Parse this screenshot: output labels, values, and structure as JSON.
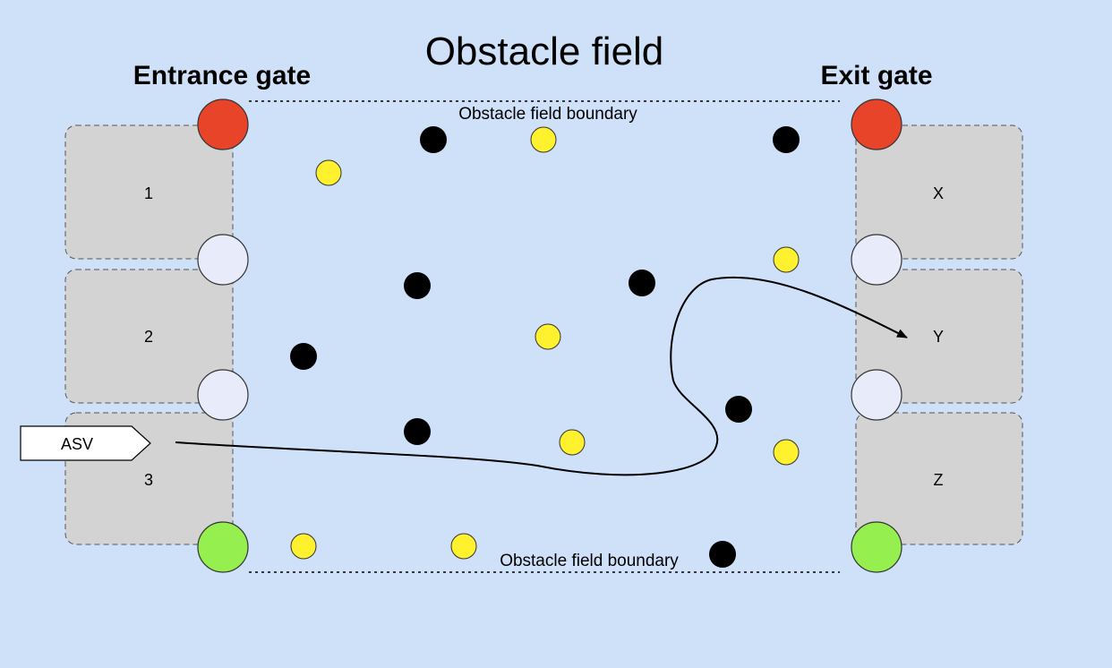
{
  "title": "Obstacle field",
  "entrance_gate": {
    "label": "Entrance gate",
    "lanes": [
      "1",
      "2",
      "3"
    ]
  },
  "exit_gate": {
    "label": "Exit gate",
    "lanes": [
      "X",
      "Y",
      "Z"
    ]
  },
  "boundary": {
    "top_label": "Obstacle field boundary",
    "bottom_label": "Obstacle field boundary"
  },
  "vessel": {
    "label": "ASV"
  },
  "colors": {
    "background": "#cfe0f9",
    "lane_fill": "#d3d3d3",
    "buoy_red": "#e8442a",
    "buoy_white": "#e8ebf9",
    "buoy_green": "#95f04f",
    "obstacle_black": "#000000",
    "obstacle_yellow": "#fff12e"
  }
}
